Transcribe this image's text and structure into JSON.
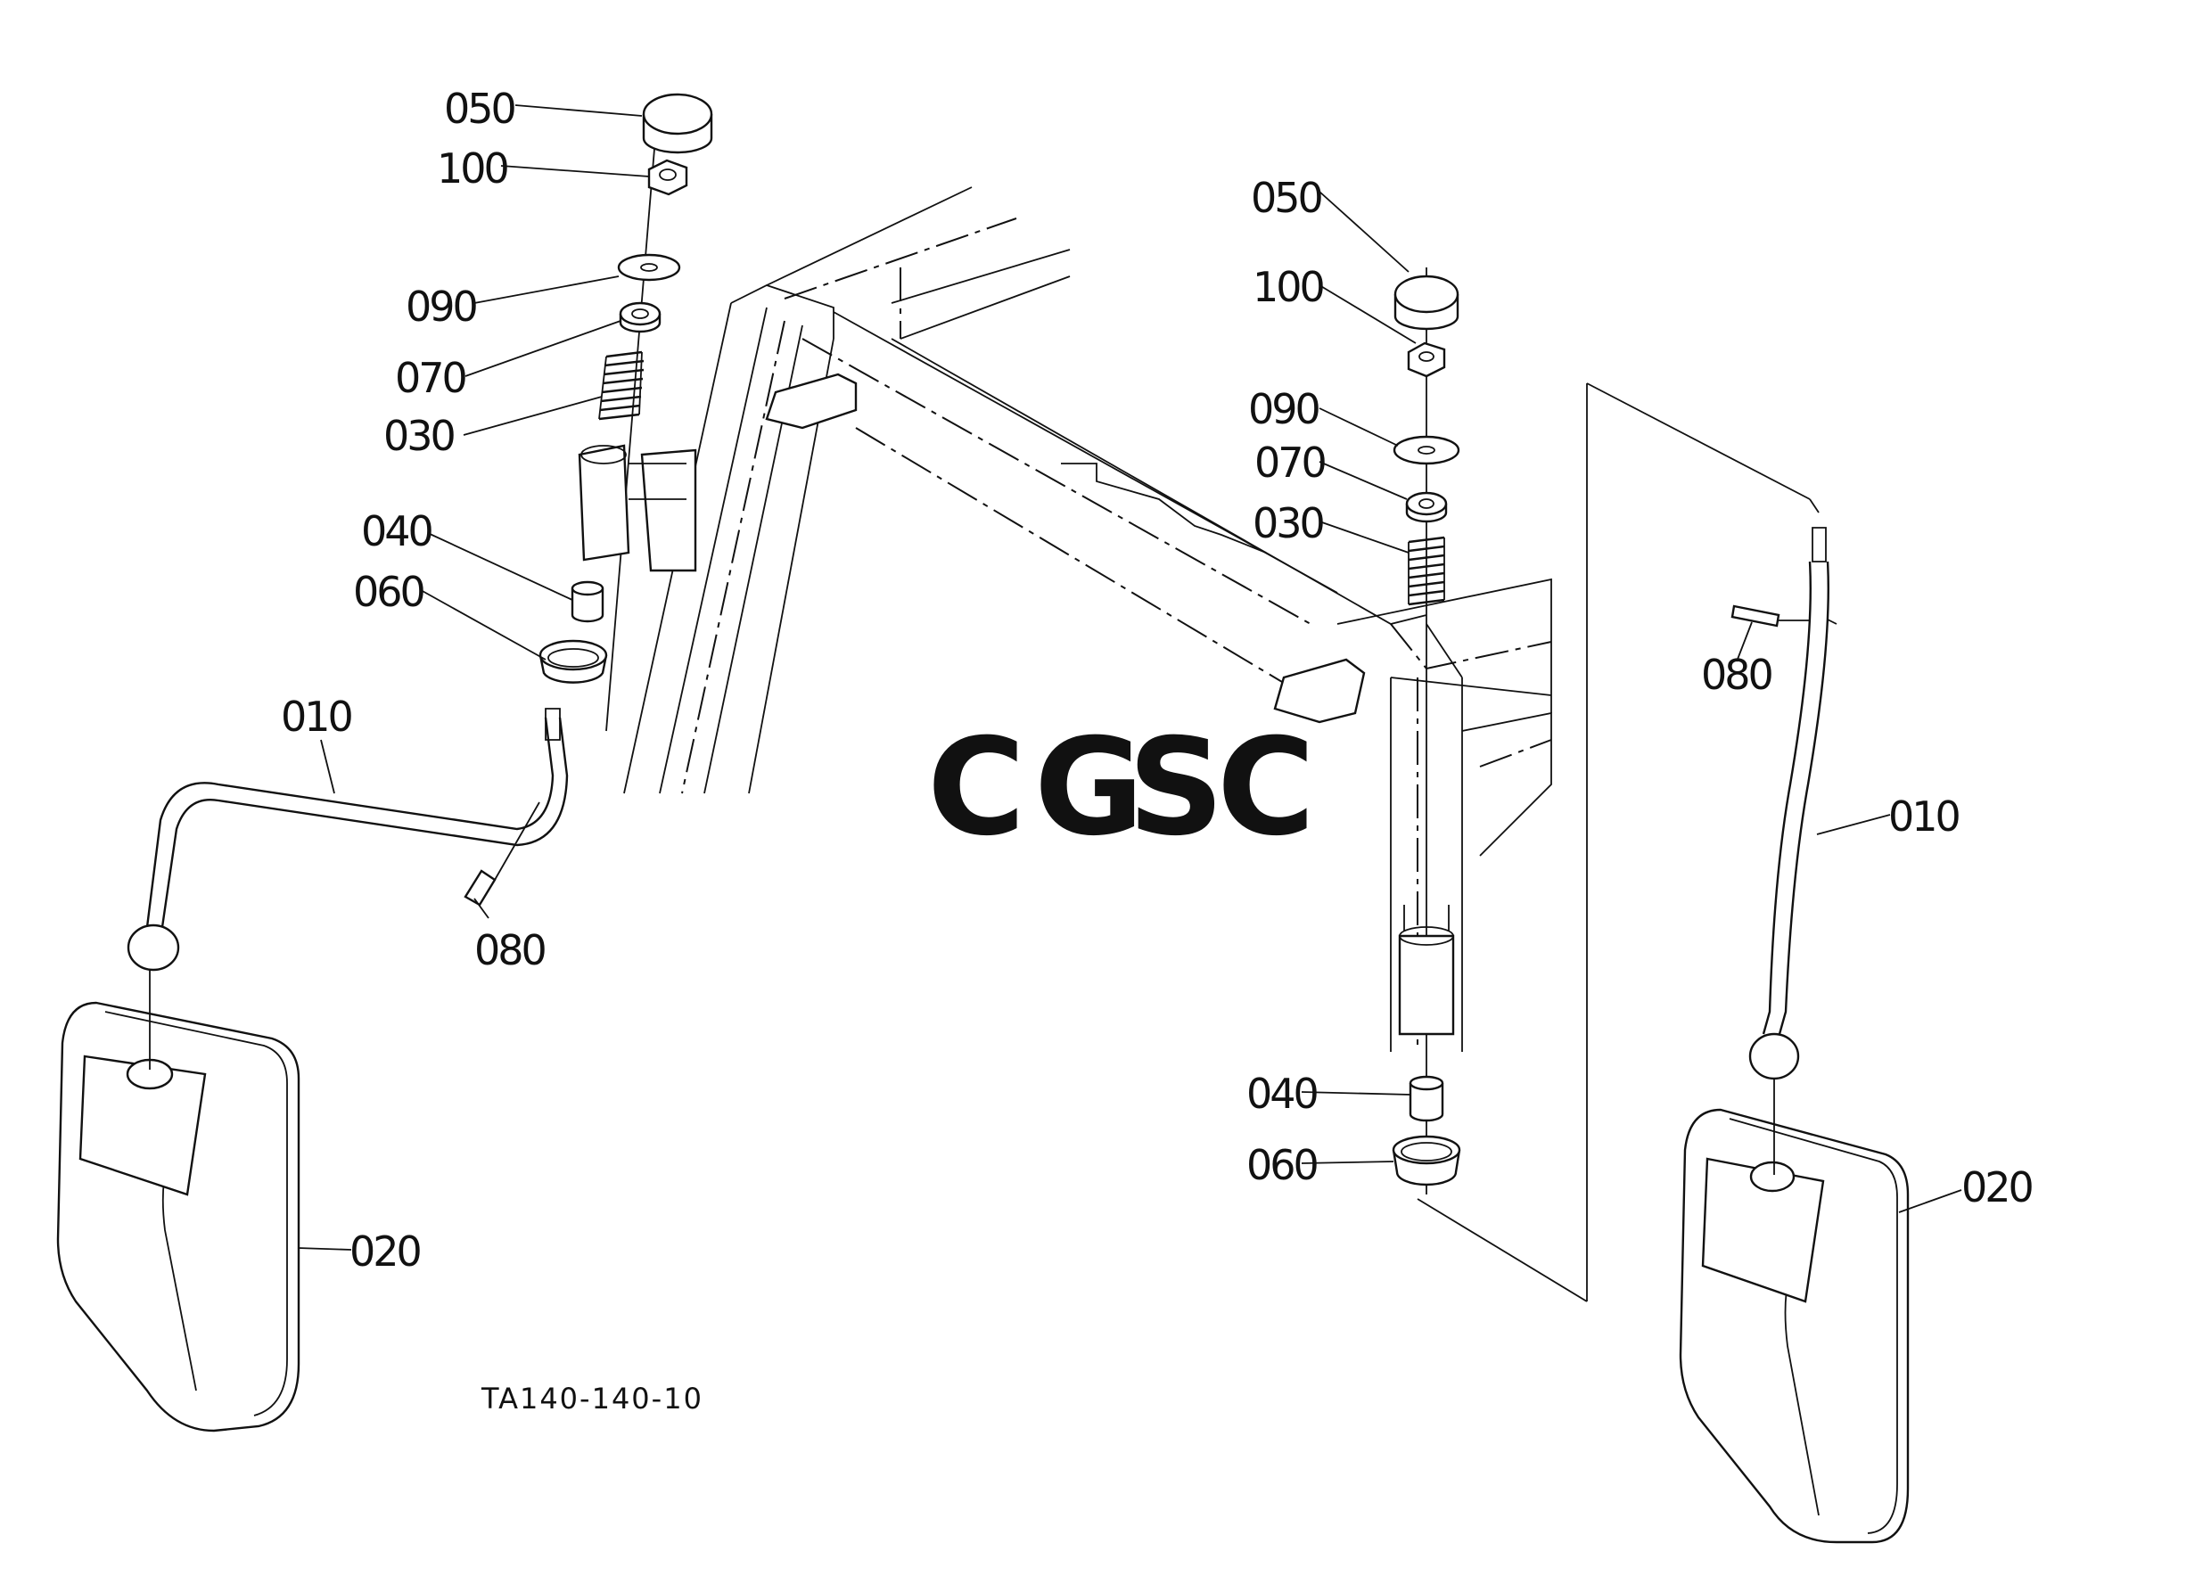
{
  "diagram": {
    "drawing_code": "TA140-140-10",
    "watermark": {
      "letters": [
        {
          "char": "C",
          "color": "#7ea7f2"
        },
        {
          "char": "G",
          "color": "#f08a84"
        },
        {
          "char": "S",
          "color": "#f6d365"
        },
        {
          "char": "C",
          "color": "#86c49a"
        }
      ]
    },
    "left_assembly": {
      "labels": {
        "p050": "050",
        "p100": "100",
        "p090": "090",
        "p070": "070",
        "p030": "030",
        "p040": "040",
        "p060": "060",
        "p010": "010",
        "p080": "080",
        "p020": "020"
      }
    },
    "right_assembly": {
      "labels": {
        "p050": "050",
        "p100": "100",
        "p090": "090",
        "p070": "070",
        "p030": "030",
        "p040": "040",
        "p060": "060",
        "p010": "010",
        "p080": "080",
        "p020": "020"
      }
    }
  }
}
